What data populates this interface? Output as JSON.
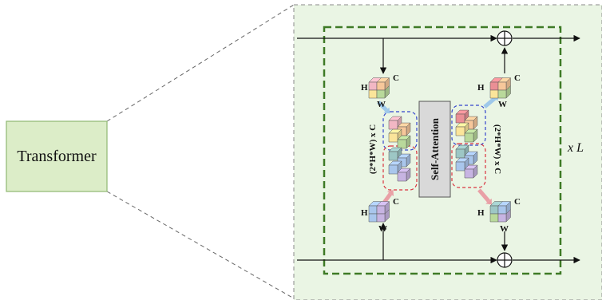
{
  "transformer_label": "Transformer",
  "self_attention_label": "Self-Attention",
  "left_dim_label": "(2*H*W) x C",
  "right_dim_label": "(2*H*W) x C",
  "repeat_label": "x L",
  "tensor_top_left": {
    "h": "H",
    "w": "W",
    "c": "C"
  },
  "tensor_top_right": {
    "h": "H",
    "w": "W",
    "c": "C"
  },
  "tensor_bottom_left": {
    "h": "H",
    "w": "W",
    "c": "C"
  },
  "tensor_bottom_right": {
    "h": "H",
    "w": "W",
    "c": "C"
  },
  "colors": {
    "panel_bg": "#eaf5e4",
    "transformer_fill": "#dcedc8",
    "transformer_stroke": "#8fb872",
    "green_dash": "#3e7a26",
    "blue_dash": "#3344cc",
    "red_dash": "#d9333f",
    "blue_arrow": "#9ec8ea",
    "red_arrow": "#e9a0a6",
    "sa_fill": "#d9d9d9"
  },
  "cube_colors": {
    "pink": "#f2b7c4",
    "orange": "#f7c79a",
    "yellow": "#fbe59a",
    "green": "#b9d99b",
    "teal": "#9dc7c5",
    "blue": "#a9c6ec",
    "purple": "#c7b4e2",
    "red": "#ea8f95"
  }
}
